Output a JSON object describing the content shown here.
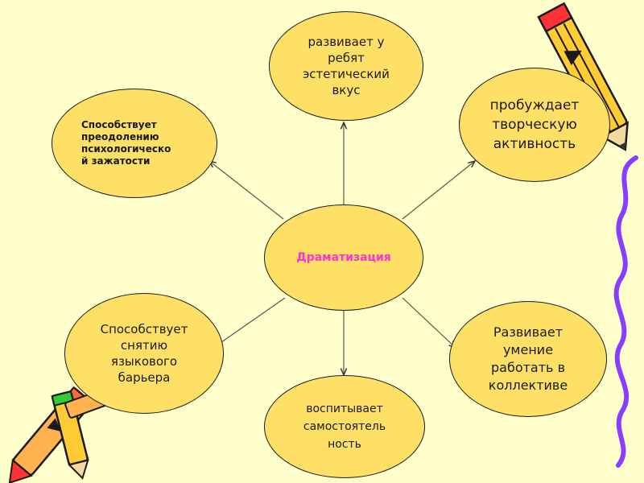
{
  "diagram": {
    "center": "Драматизация",
    "nodes": {
      "top": "развивает у\nребят\nэстетический\nвкус",
      "top_right": "пробуждает\nтворческую\nактивность",
      "top_left": "Способствует\nпреодолению\nпсихологическо\nй зажатости",
      "bottom_left": "Способствует\nснятию\nязыкового\nбарьера",
      "bottom_right": "Развивает\nумение\nработать в\nколлективе",
      "bottom": "воспитывает\nсамостоятель\nность"
    }
  },
  "colors": {
    "background": "#ffffcc",
    "node_fill": "#ffe066",
    "center_text": "#ff33cc",
    "wavy_line": "#8b3dff"
  },
  "decorations": {
    "icons": [
      "pencil-top-right-icon",
      "crayons-bottom-left-icon",
      "wavy-line-icon"
    ]
  }
}
